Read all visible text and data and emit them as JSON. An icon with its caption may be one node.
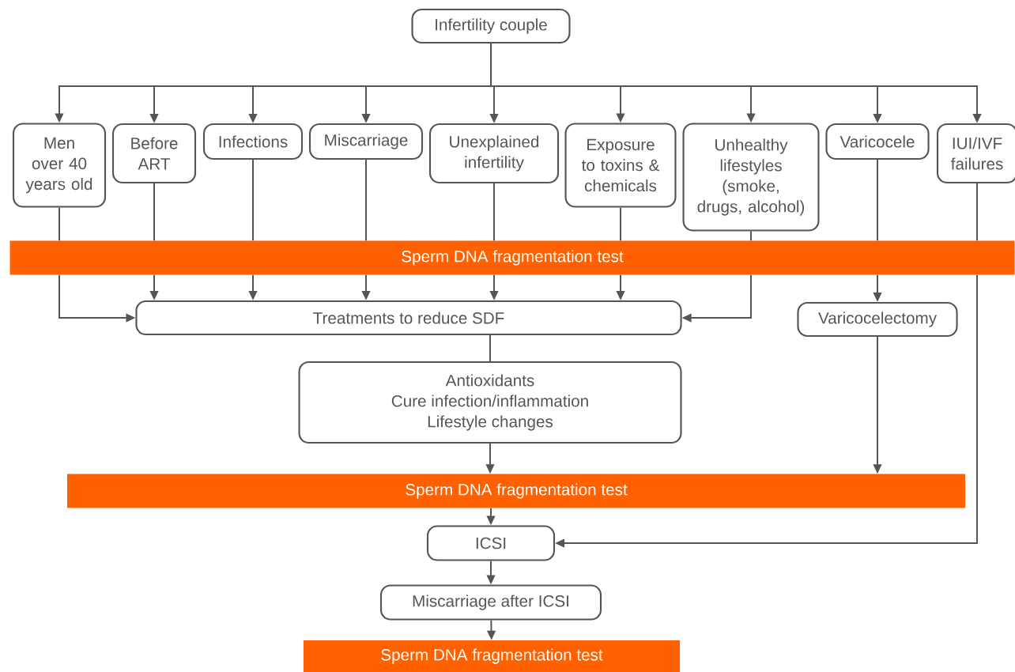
{
  "diagram": {
    "nodes": [
      {
        "text": [
          "Infertility couple"
        ]
      },
      {
        "text": [
          "Men over 40 years old"
        ]
      },
      {
        "text": [
          "Before ART"
        ]
      },
      {
        "text": [
          "Infections"
        ]
      },
      {
        "text": [
          "Miscarriage"
        ]
      },
      {
        "text": [
          "Unexplained infertility"
        ]
      },
      {
        "text": [
          "Exposure to toxins & chemicals"
        ]
      },
      {
        "text": [
          "Unhealthy lifestyles (smoke, drugs, alcohol)"
        ]
      },
      {
        "text": [
          "Varicocele"
        ]
      },
      {
        "text": [
          "IUI/IVF failures"
        ]
      },
      {
        "text": [
          "Sperm DNA fragmentation test"
        ]
      },
      {
        "text": [
          "Treatments to reduce SDF"
        ]
      },
      {
        "text": [
          "Varicocelectomy"
        ]
      },
      {
        "text": [
          "Antioxidants",
          "Cure infection/inflammation",
          "Lifestyle changes"
        ]
      },
      {
        "text": [
          "Sperm DNA fragmentation test"
        ]
      },
      {
        "text": [
          "ICSI"
        ]
      },
      {
        "text": [
          "Miscarriage after ICSI"
        ]
      },
      {
        "text": [
          "Sperm DNA fragmentation test"
        ]
      }
    ],
    "edges": [
      {
        "from": 0,
        "to": 1,
        "arrow": "to"
      },
      {
        "from": 0,
        "to": 2,
        "arrow": "to"
      },
      {
        "from": 0,
        "to": 3,
        "arrow": "to"
      },
      {
        "from": 0,
        "to": 4,
        "arrow": "to"
      },
      {
        "from": 0,
        "to": 5,
        "arrow": "to"
      },
      {
        "from": 0,
        "to": 6,
        "arrow": "to"
      },
      {
        "from": 0,
        "to": 7,
        "arrow": "to"
      },
      {
        "from": 0,
        "to": 8,
        "arrow": "to"
      },
      {
        "from": 0,
        "to": 9,
        "arrow": "to"
      },
      {
        "from": 1,
        "to": 10,
        "arrow": "none"
      },
      {
        "from": 2,
        "to": 10,
        "arrow": "none"
      },
      {
        "from": 3,
        "to": 10,
        "arrow": "none"
      },
      {
        "from": 4,
        "to": 10,
        "arrow": "none"
      },
      {
        "from": 5,
        "to": 10,
        "arrow": "none"
      },
      {
        "from": 6,
        "to": 10,
        "arrow": "none"
      },
      {
        "from": 7,
        "to": 10,
        "arrow": "none"
      },
      {
        "from": 8,
        "to": 10,
        "arrow": "none"
      },
      {
        "from": 9,
        "to": 10,
        "arrow": "none"
      },
      {
        "from": 10,
        "to": 11,
        "arrow": "to"
      },
      {
        "from": 10,
        "to": 11,
        "arrow": "to"
      },
      {
        "from": 10,
        "to": 11,
        "arrow": "to"
      },
      {
        "from": 10,
        "to": 11,
        "arrow": "to"
      },
      {
        "from": 10,
        "to": 11,
        "arrow": "to"
      },
      {
        "from": 10,
        "to": 11,
        "arrow": "to"
      },
      {
        "from": 10,
        "to": 11,
        "arrow": "to"
      },
      {
        "from": 10,
        "to": 12,
        "arrow": "to"
      },
      {
        "from": 10,
        "to": 15,
        "arrow": "to"
      },
      {
        "from": 11,
        "to": 13,
        "arrow": "none"
      },
      {
        "from": 12,
        "to": 14,
        "arrow": "to"
      },
      {
        "from": 13,
        "to": 14,
        "arrow": "to"
      },
      {
        "from": 14,
        "to": 15,
        "arrow": "to"
      },
      {
        "from": 15,
        "to": 16,
        "arrow": "to"
      },
      {
        "from": 16,
        "to": 17,
        "arrow": "to"
      }
    ]
  }
}
